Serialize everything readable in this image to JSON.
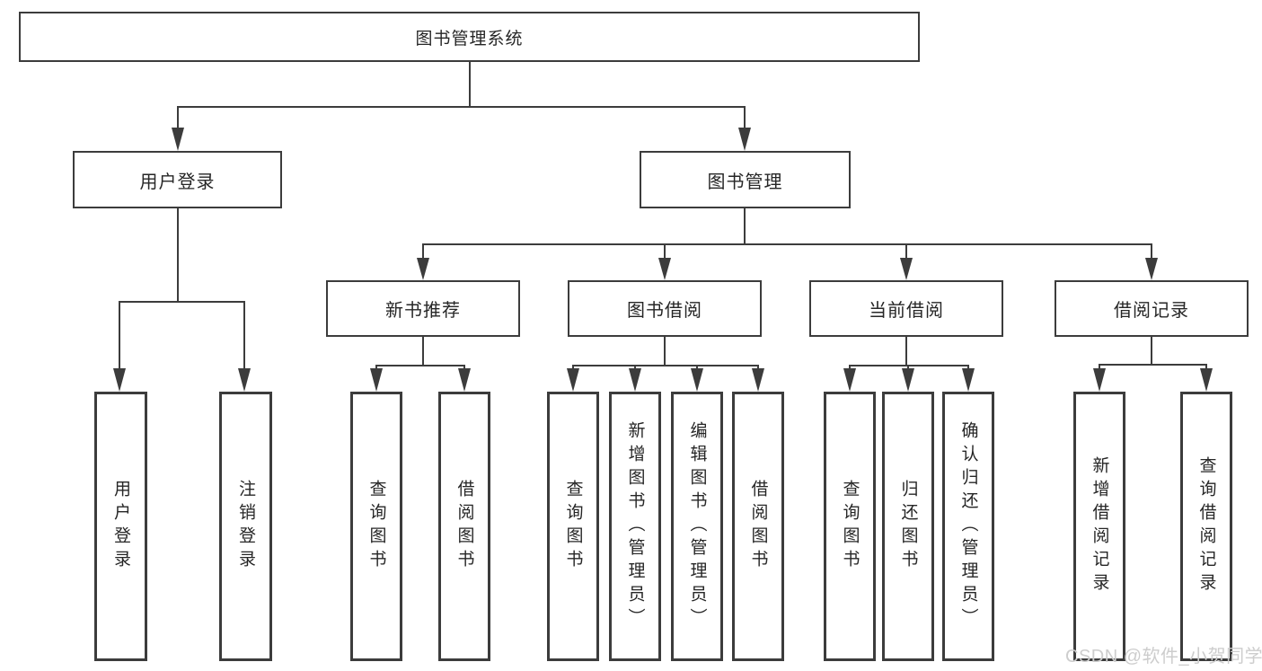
{
  "tree": {
    "root": {
      "label": "图书管理系统"
    },
    "branches": [
      {
        "label": "用户登录",
        "children": [
          {
            "label": "用户登录"
          },
          {
            "label": "注销登录"
          }
        ]
      },
      {
        "label": "图书管理",
        "children": [
          {
            "label": "新书推荐",
            "children": [
              {
                "label": "查询图书"
              },
              {
                "label": "借阅图书"
              }
            ]
          },
          {
            "label": "图书借阅",
            "children": [
              {
                "label": "查询图书"
              },
              {
                "label": "新增图书（管理员）"
              },
              {
                "label": "编辑图书（管理员）"
              },
              {
                "label": "借阅图书"
              }
            ]
          },
          {
            "label": "当前借阅",
            "children": [
              {
                "label": "查询图书"
              },
              {
                "label": "归还图书"
              },
              {
                "label": "确认归还（管理员）"
              }
            ]
          },
          {
            "label": "借阅记录",
            "children": [
              {
                "label": "新增借阅记录"
              },
              {
                "label": "查询借阅记录"
              }
            ]
          }
        ]
      }
    ]
  },
  "watermark": {
    "text": "CSDN @软件_小贺同学"
  },
  "colors": {
    "line": "#3c3c3c",
    "text": "#262626",
    "background": "#ffffff",
    "watermark": "#cdcdcd"
  }
}
